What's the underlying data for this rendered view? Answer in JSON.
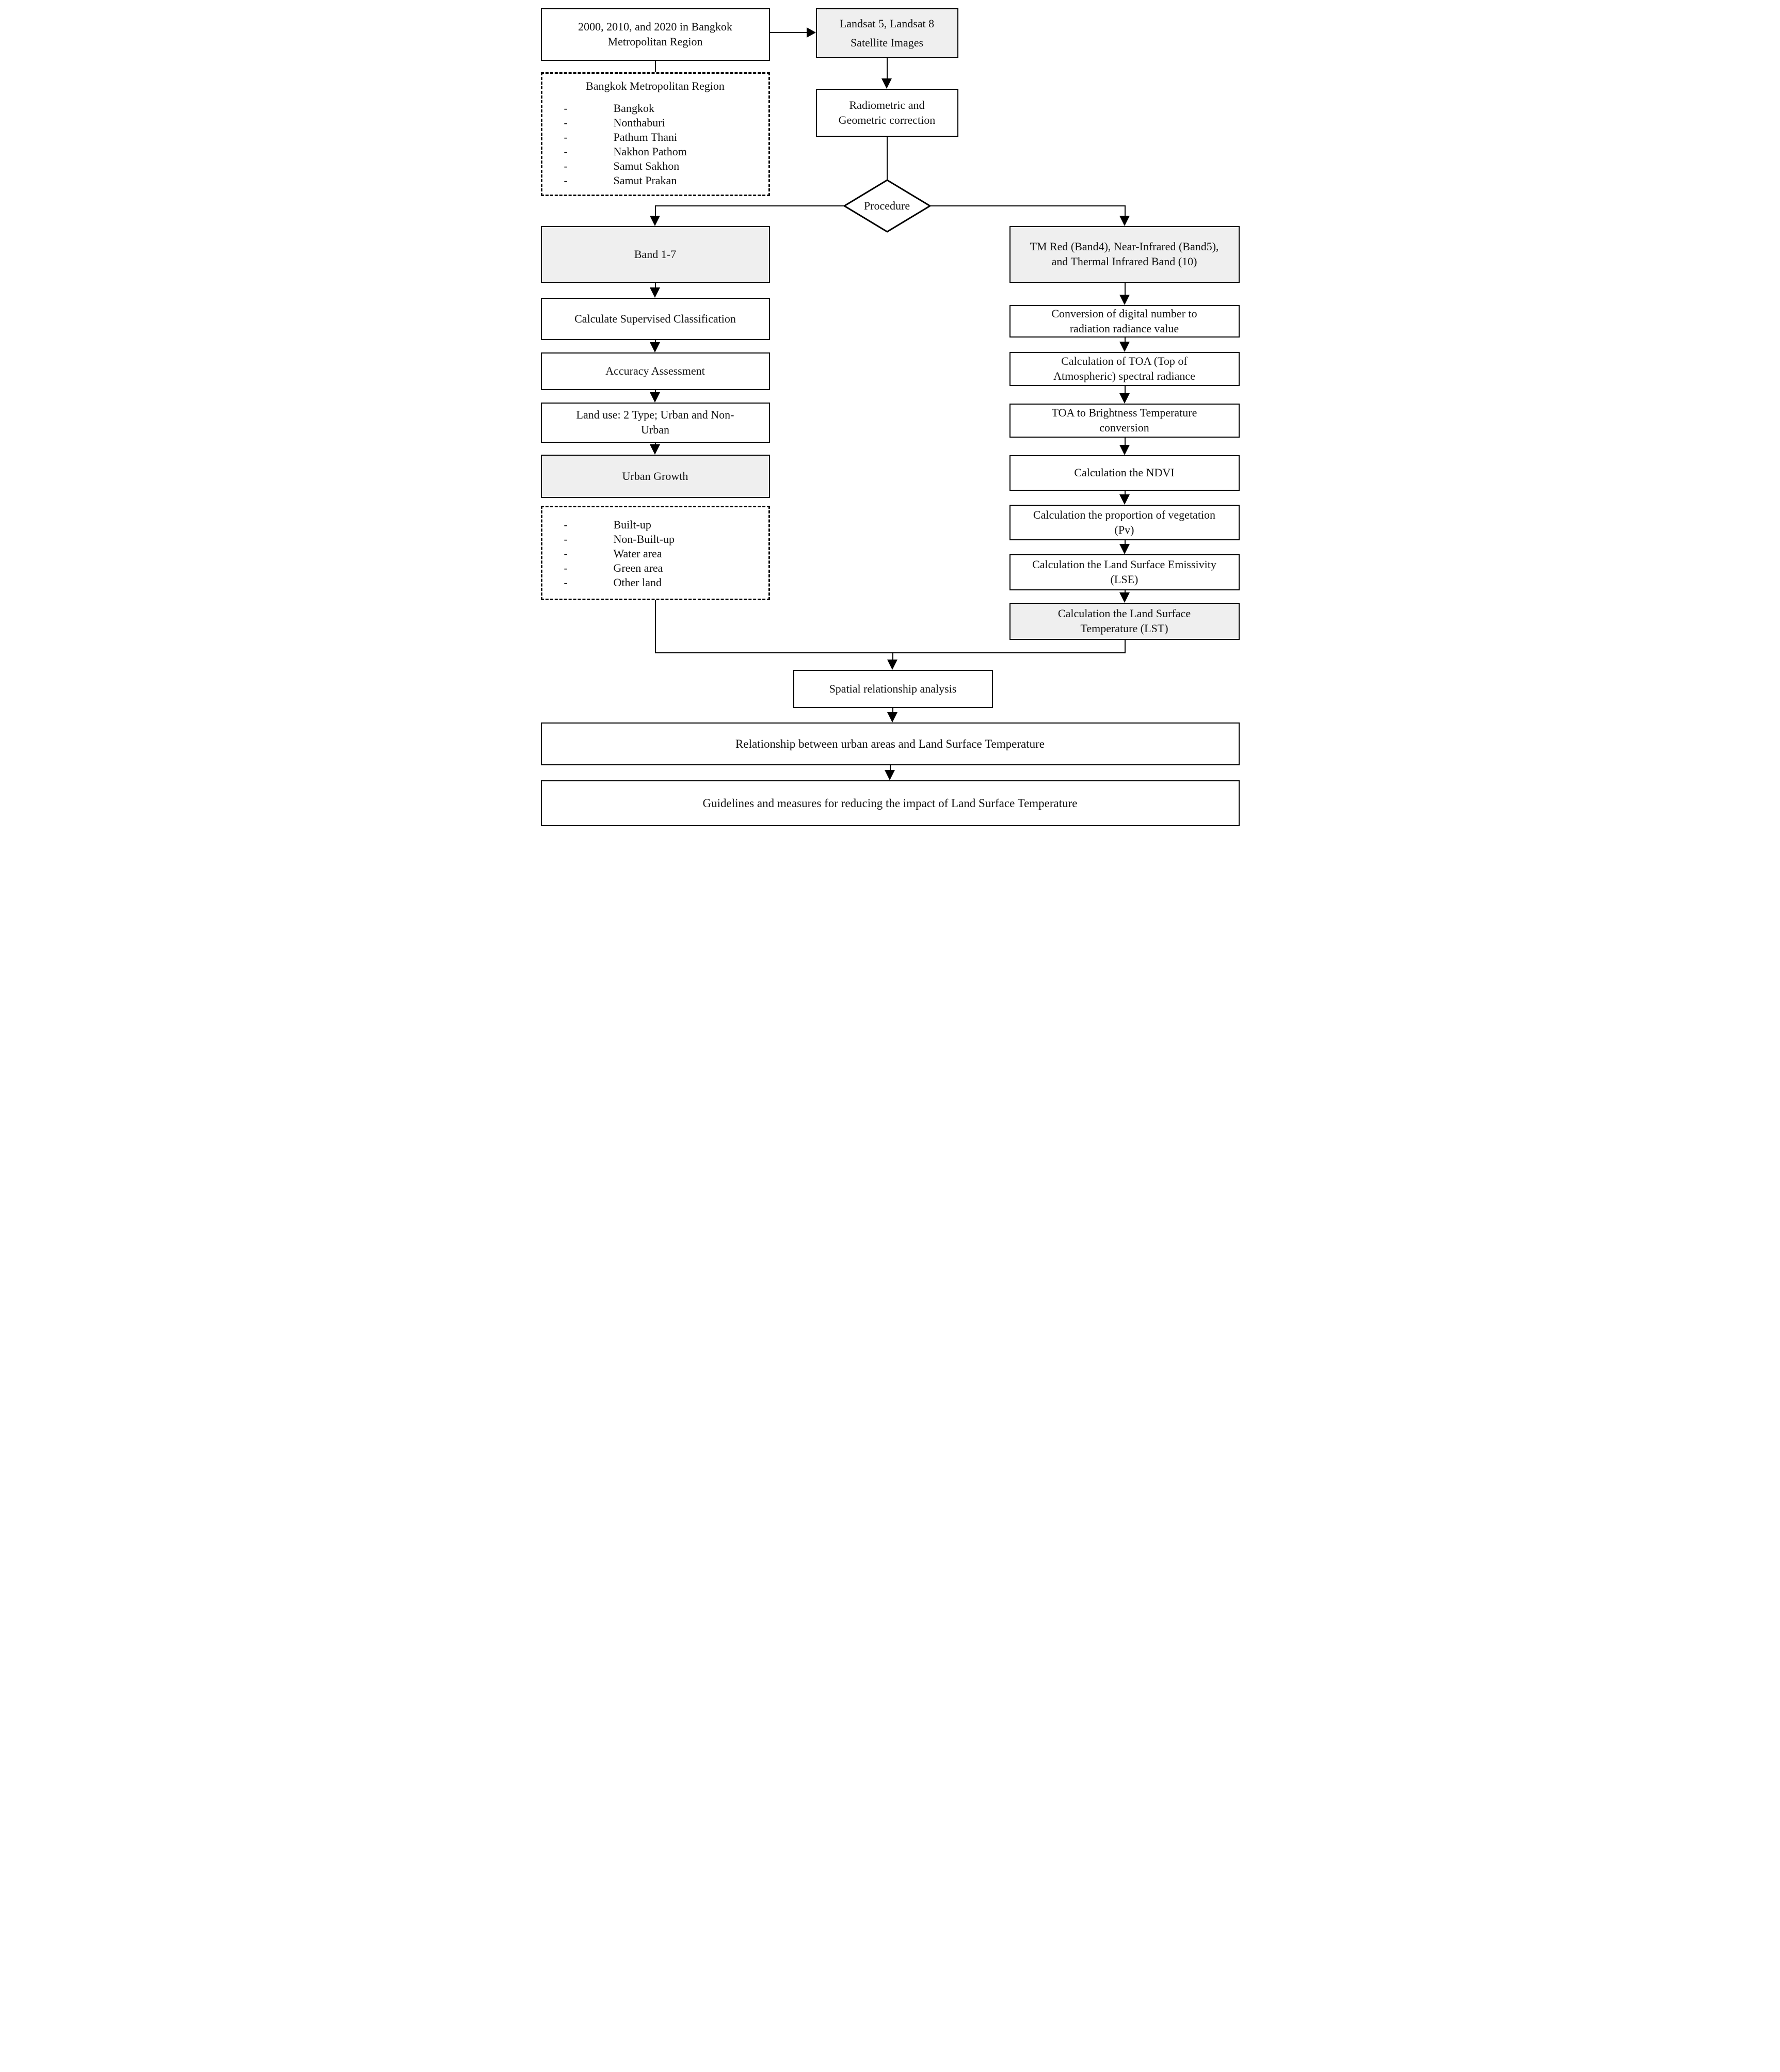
{
  "bullet": "-",
  "colors": {
    "shaded_fill": "#efefef",
    "plain_fill": "#ffffff",
    "border": "#000000"
  },
  "nodes": {
    "years": {
      "lines": [
        "2000, 2010, and 2020 in Bangkok",
        "Metropolitan Region"
      ]
    },
    "landsat": {
      "lines": [
        "Landsat 5, Landsat 8",
        "Satellite Images"
      ]
    },
    "bmr": {
      "title": "Bangkok Metropolitan Region",
      "items": [
        "Bangkok",
        "Nonthaburi",
        "Pathum Thani",
        "Nakhon Pathom",
        "Samut Sakhon",
        "Samut Prakan"
      ]
    },
    "radiometric": {
      "lines": [
        "Radiometric and",
        "Geometric correction"
      ]
    },
    "procedure": {
      "label": "Procedure"
    },
    "band17": {
      "label": "Band 1-7"
    },
    "supervised": {
      "label": "Calculate Supervised Classification"
    },
    "accuracy": {
      "label": "Accuracy Assessment"
    },
    "landuse": {
      "lines": [
        "Land use: 2 Type; Urban and Non-",
        "Urban"
      ]
    },
    "urban_growth": {
      "label": "Urban Growth"
    },
    "landcover": {
      "items": [
        "Built-up",
        "Non-Built-up",
        "Water area",
        "Green area",
        "Other land"
      ]
    },
    "tm_bands": {
      "lines": [
        "TM Red (Band4), Near-Infrared (Band5),",
        "and Thermal Infrared Band (10)"
      ]
    },
    "dn_conversion": {
      "lines": [
        "Conversion of digital number to",
        "radiation radiance value"
      ]
    },
    "toa": {
      "lines": [
        "Calculation of TOA (Top of",
        "Atmospheric) spectral radiance"
      ]
    },
    "brightness": {
      "lines": [
        "TOA to Brightness Temperature",
        "conversion"
      ]
    },
    "ndvi": {
      "label": "Calculation the NDVI"
    },
    "pv": {
      "lines": [
        "Calculation the proportion of vegetation",
        "(Pv)"
      ]
    },
    "lse": {
      "lines": [
        "Calculation the Land Surface Emissivity",
        "(LSE)"
      ]
    },
    "lst": {
      "lines": [
        "Calculation the Land Surface",
        "Temperature (LST)"
      ]
    },
    "spatial": {
      "label": "Spatial relationship analysis"
    },
    "relationship": {
      "label": "Relationship between urban areas and Land Surface Temperature"
    },
    "guidelines": {
      "label": "Guidelines and measures for reducing the impact of Land Surface Temperature"
    }
  }
}
